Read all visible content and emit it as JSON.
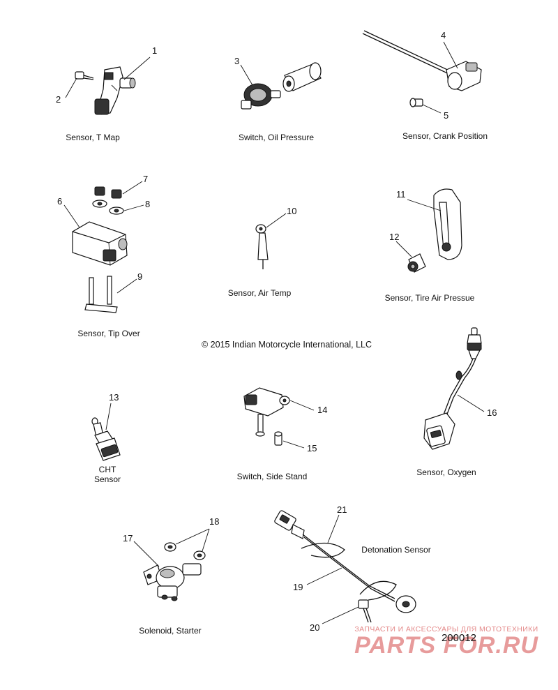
{
  "copyright": "© 2015 Indian Motorcycle International, LLC",
  "reference_number": "200012",
  "watermark": {
    "line1": "ЗАПЧАСТИ И АКСЕССУАРЫ ДЛЯ МОТОТЕХНИКИ",
    "line2": "PARTS FOR.RU"
  },
  "captions": {
    "t_map": "Sensor, T Map",
    "oil_pressure": "Switch, Oil Pressure",
    "crank_position": "Sensor, Crank Position",
    "tip_over": "Sensor, Tip Over",
    "air_temp": "Sensor, Air Temp",
    "tire_air": "Sensor, Tire Air Pressue",
    "cht_line1": "CHT",
    "cht_line2": "Sensor",
    "side_stand": "Switch, Side Stand",
    "oxygen": "Sensor, Oxygen",
    "starter": "Solenoid, Starter",
    "detonation": "Detonation Sensor"
  },
  "callouts": {
    "c1": "1",
    "c2": "2",
    "c3": "3",
    "c4": "4",
    "c5": "5",
    "c6": "6",
    "c7": "7",
    "c8": "8",
    "c9": "9",
    "c10": "10",
    "c11": "11",
    "c12": "12",
    "c13": "13",
    "c14": "14",
    "c15": "15",
    "c16": "16",
    "c17": "17",
    "c18": "18",
    "c19": "19",
    "c20": "20",
    "c21": "21"
  }
}
